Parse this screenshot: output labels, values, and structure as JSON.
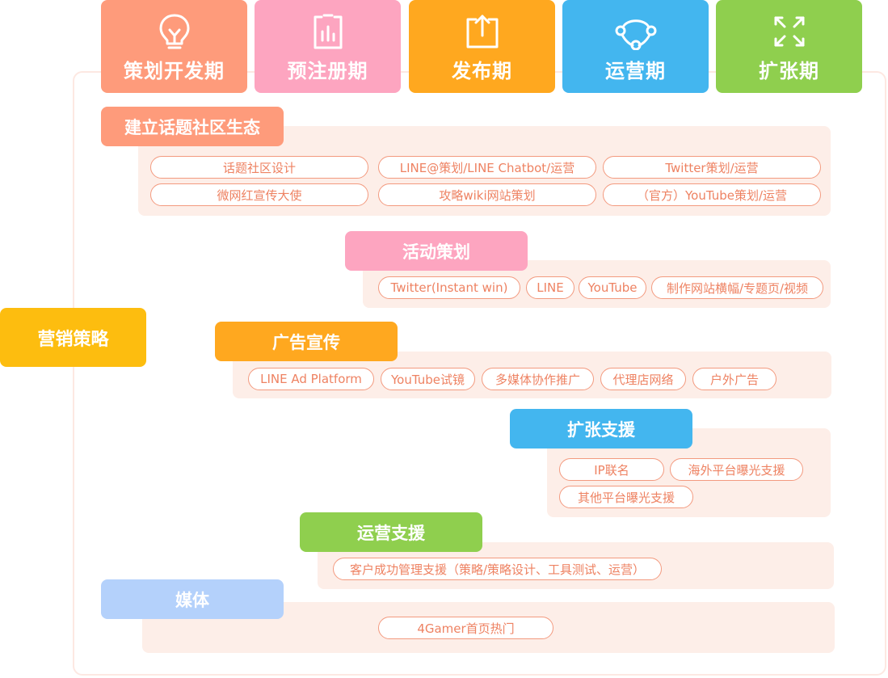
{
  "colors": {
    "phase_planning": "#fe9b7b",
    "phase_preregister": "#fda5c0",
    "phase_launch": "#ffa81f",
    "phase_operation": "#43b6ef",
    "phase_expansion": "#8fcf4e",
    "strategy": "#fdbd0f",
    "media": "#b4d1fb",
    "tag_text": "#ee8262"
  },
  "phases": [
    {
      "label": "策划开发期",
      "icon": "lightbulb-icon"
    },
    {
      "label": "预注册期",
      "icon": "clipboard-chart-icon"
    },
    {
      "label": "发布期",
      "icon": "upload-icon"
    },
    {
      "label": "运营期",
      "icon": "network-icon"
    },
    {
      "label": "扩张期",
      "icon": "expand-arrows-icon"
    }
  ],
  "strategy_label": "营销策略",
  "sections": [
    {
      "title": "建立话题社区生态",
      "tags": [
        "话题社区设计",
        "LINE@策划/LINE Chatbot/运营",
        "Twitter策划/运营",
        "微网红宣传大使",
        "攻略wiki网站策划",
        "（官方）YouTube策划/运营"
      ]
    },
    {
      "title": "活动策划",
      "tags": [
        "Twitter(Instant win)",
        "LINE",
        "YouTube",
        "制作网站横幅/专题页/视频"
      ]
    },
    {
      "title": "广告宣传",
      "tags": [
        "LINE Ad Platform",
        "YouTube试镜",
        "多媒体协作推广",
        "代理店网络",
        "户外广告"
      ]
    },
    {
      "title": "扩张支援",
      "tags": [
        "IP联名",
        "海外平台曝光支援",
        "其他平台曝光支援"
      ]
    },
    {
      "title": "运营支援",
      "tags": [
        "客户成功管理支援（策略/策略设计、工具测试、运营）"
      ]
    },
    {
      "title": "媒体",
      "tags": [
        "4Gamer首页热门"
      ]
    }
  ]
}
